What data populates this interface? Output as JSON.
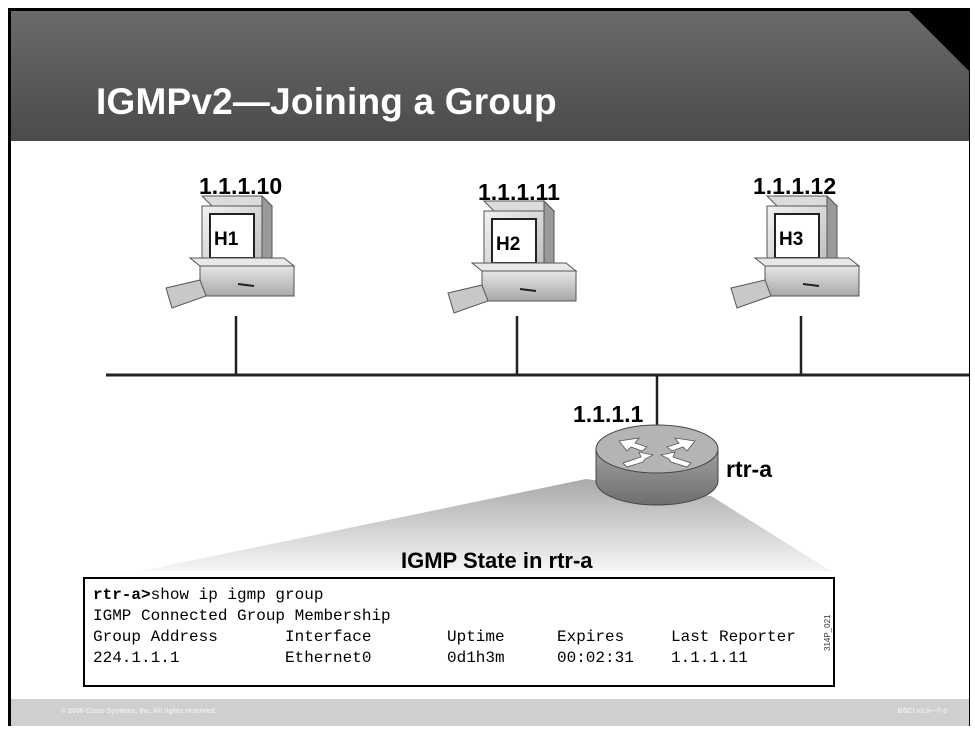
{
  "slide": {
    "title": "IGMPv2—Joining a Group"
  },
  "hosts": [
    {
      "ip": "1.1.1.10",
      "label": "H1"
    },
    {
      "ip": "1.1.1.11",
      "label": "H2"
    },
    {
      "ip": "1.1.1.12",
      "label": "H3"
    }
  ],
  "router": {
    "ip": "1.1.1.1",
    "name": "rtr-a"
  },
  "state_panel": {
    "title": "IGMP State in rtr-a",
    "prompt": "rtr-a>",
    "command": "show ip igmp group",
    "heading": "IGMP Connected Group Membership",
    "columns": [
      "Group Address",
      "Interface",
      "Uptime",
      "Expires",
      "Last Reporter"
    ],
    "rows": [
      [
        "224.1.1.1",
        "Ethernet0",
        "0d1h3m",
        "00:02:31",
        "1.1.1.11"
      ]
    ],
    "figure_id": "314P_021"
  },
  "footer": {
    "copyright": "© 2006 Cisco Systems, Inc. All rights reserved.",
    "course": "BSCI v3.0—7-3"
  },
  "colors": {
    "header_bg": "#555555",
    "title_text": "#ffffff",
    "footer_bg": "#cfcfcf"
  }
}
